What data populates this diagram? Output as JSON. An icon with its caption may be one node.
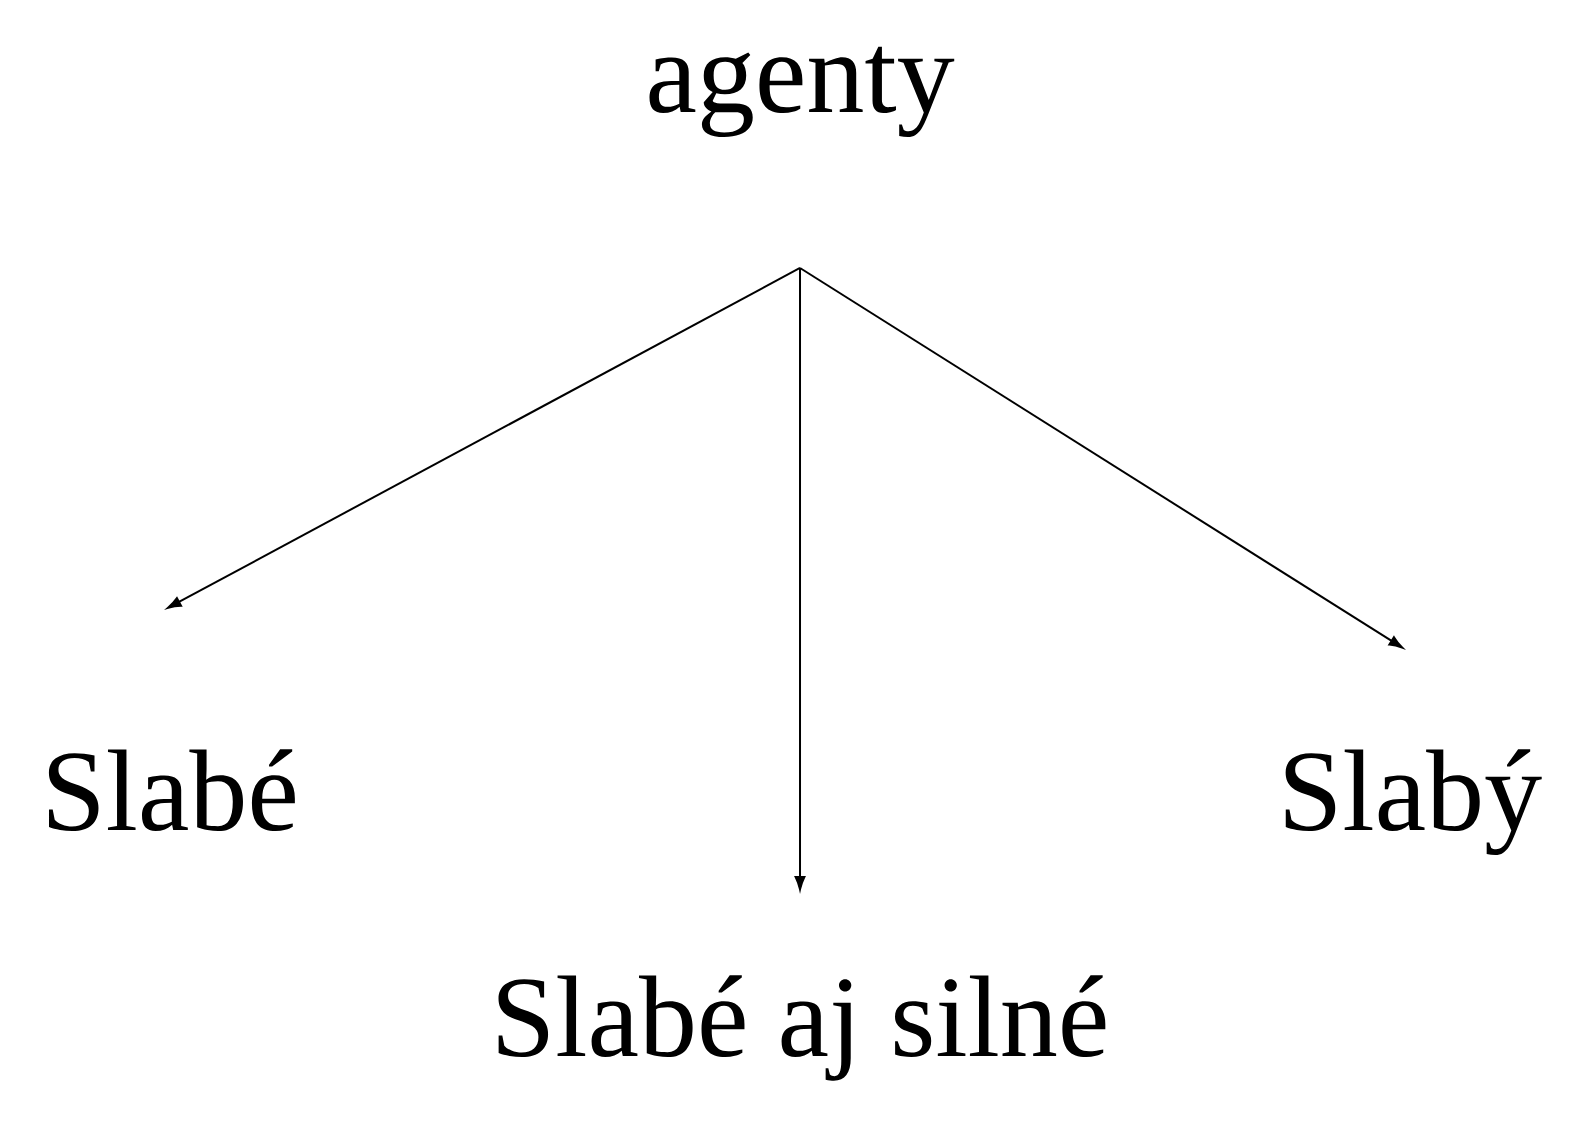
{
  "diagram": {
    "nodes": [
      {
        "text": [
          "agenty"
        ]
      },
      {
        "text": [
          "Slabé"
        ]
      },
      {
        "text": [
          "Slabé aj silné"
        ]
      },
      {
        "text": [
          "Slabý"
        ]
      }
    ],
    "edges": [
      {
        "from": 0,
        "to": 1,
        "arrow": "to"
      },
      {
        "from": 0,
        "to": 2,
        "arrow": "to"
      },
      {
        "from": 0,
        "to": 3,
        "arrow": "to"
      }
    ]
  }
}
